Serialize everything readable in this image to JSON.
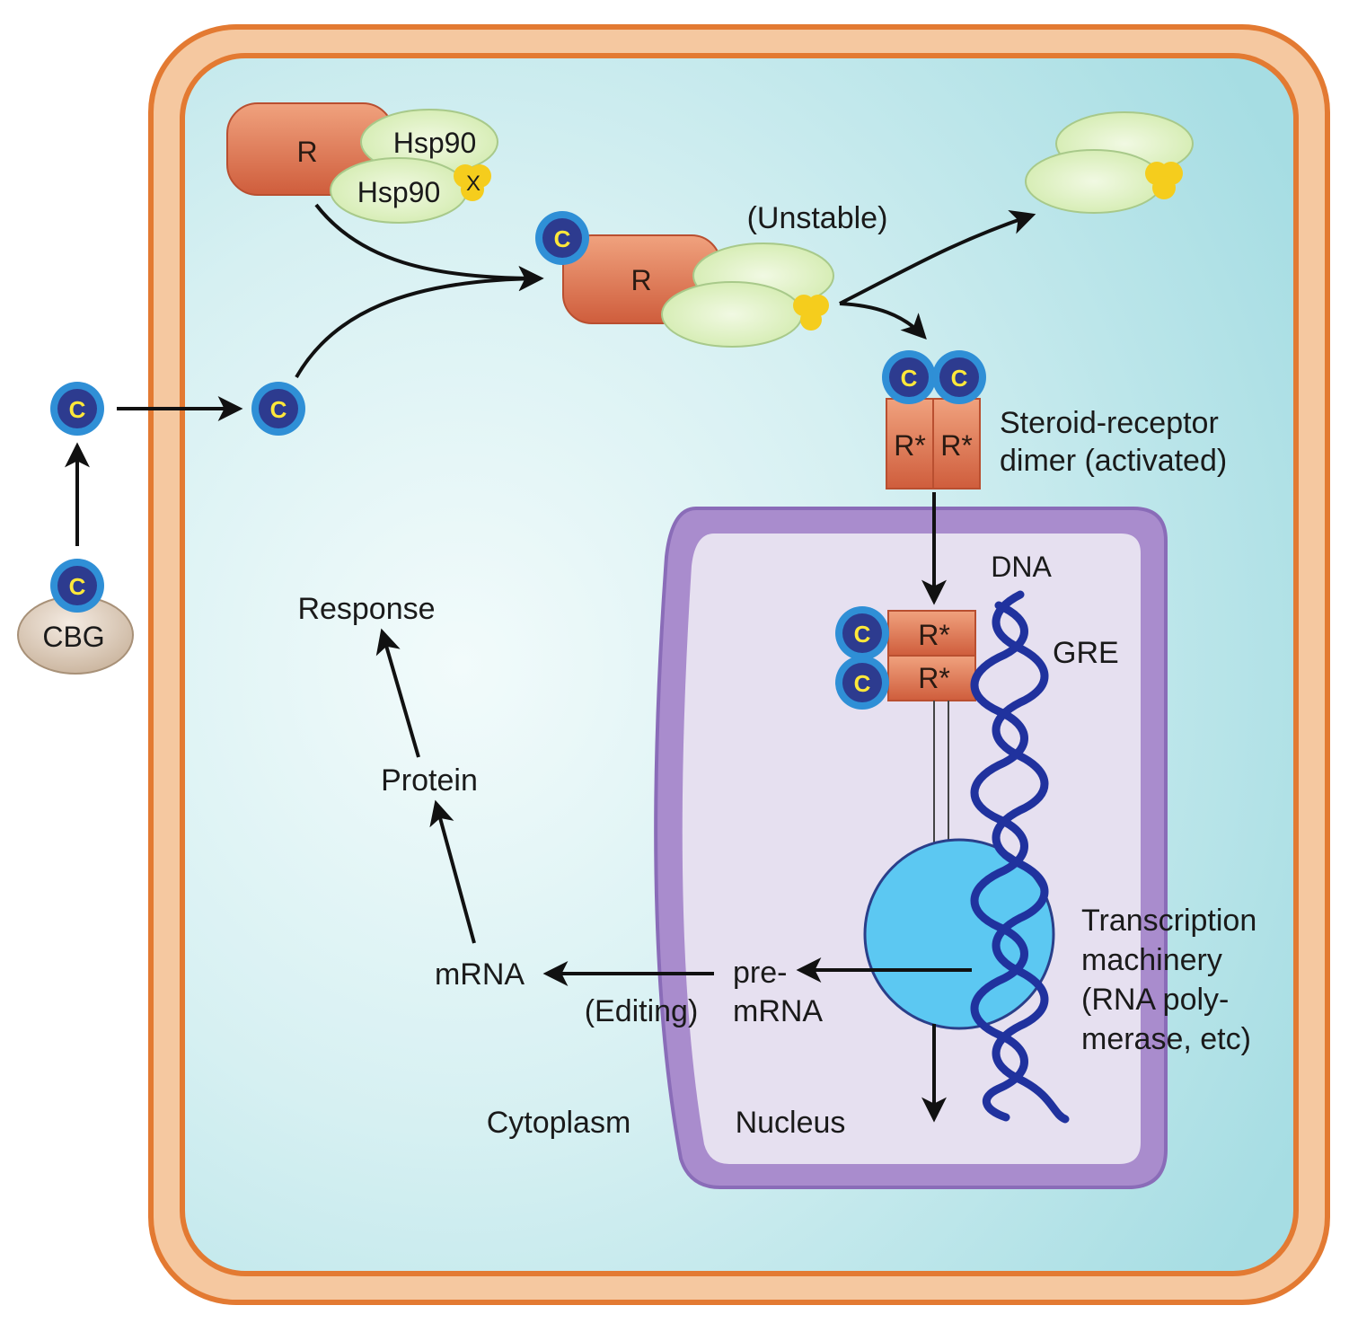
{
  "labels": {
    "receptor": "R",
    "hsp90_top": "Hsp90",
    "hsp90_bottom": "Hsp90",
    "ligand_x": "X",
    "cortisol": "C",
    "unstable": "(Unstable)",
    "dimer_line1": "Steroid-receptor",
    "dimer_line2": "dimer (activated)",
    "activated_receptor": "R*",
    "dna": "DNA",
    "gre": "GRE",
    "transcription_line1": "Transcription",
    "transcription_line2": "machinery",
    "transcription_line3": "(RNA poly-",
    "transcription_line4": "merase, etc)",
    "premrna_line1": "pre-",
    "premrna_line2": "mRNA",
    "mrna": "mRNA",
    "editing": "(Editing)",
    "protein": "Protein",
    "response": "Response",
    "cbg": "CBG",
    "cytoplasm": "Cytoplasm",
    "nucleus": "Nucleus"
  },
  "colors": {
    "cell_membrane": "#f5c8a0",
    "membrane_stroke": "#e37a32",
    "cytoplasm": "#a9dfe4",
    "nucleus_fill": "#e6e0f0",
    "nucleus_membrane": "#a98ccd",
    "receptor": "#d8704e",
    "hsp90": "#dcf0b9",
    "cortisol_ring": "#2f8fd6",
    "cortisol_core": "#2d3b8f",
    "cortisol_letter": "#ffe83a",
    "ligand": "#f5cd1d",
    "dna": "#20329e",
    "rna_polymerase": "#5cc8f2",
    "cbg": "#e3d2c0"
  }
}
